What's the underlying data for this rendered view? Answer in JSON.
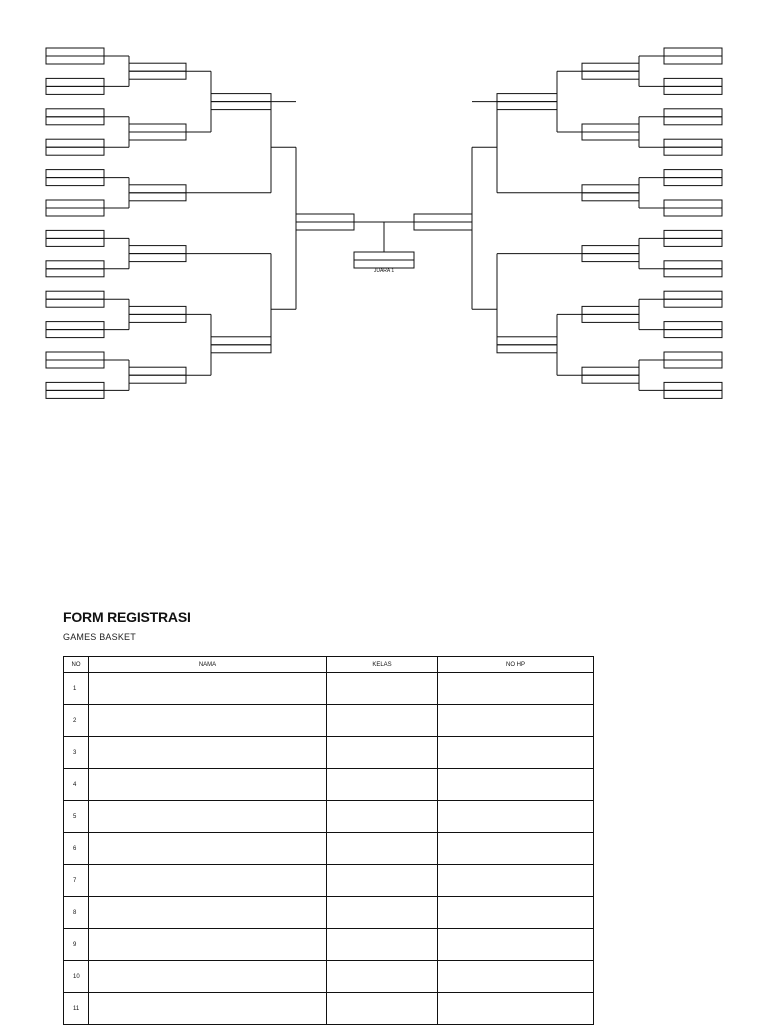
{
  "bracket": {
    "champion_label": "JUARA 1",
    "slots_per_side": 12,
    "line_color": "#111111"
  },
  "form": {
    "title": "FORM REGISTRASI",
    "subtitle": "GAMES BASKET",
    "columns": [
      "NO",
      "NAMA",
      "KELAS",
      "NO HP"
    ],
    "rows": [
      "1",
      "2",
      "3",
      "4",
      "5",
      "6",
      "7",
      "8",
      "9",
      "10",
      "11"
    ]
  }
}
